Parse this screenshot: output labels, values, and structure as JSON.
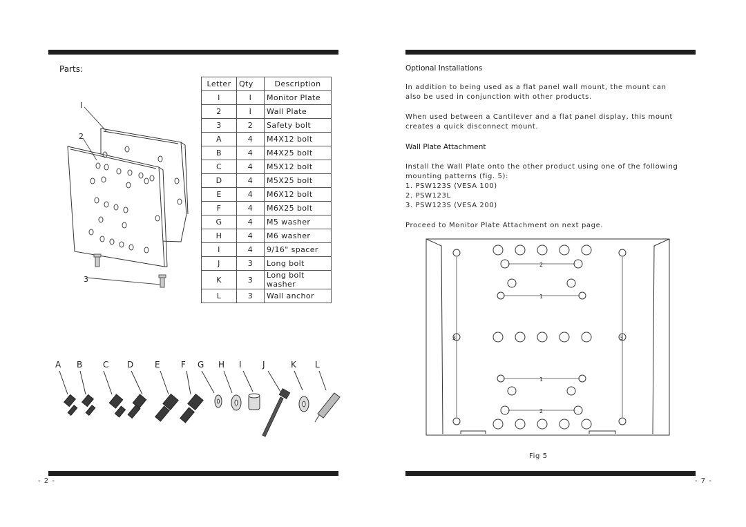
{
  "left_page": {
    "parts_title": "Parts:",
    "table": {
      "headers": [
        "Letter",
        "Qty",
        "Description"
      ],
      "rows": [
        [
          "I",
          "I",
          "Monitor Plate"
        ],
        [
          "2",
          "I",
          "Wall Plate"
        ],
        [
          "3",
          "2",
          "Safety bolt"
        ],
        [
          "A",
          "4",
          "M4X12 bolt"
        ],
        [
          "B",
          "4",
          "M4X25 bolt"
        ],
        [
          "C",
          "4",
          "M5X12 bolt"
        ],
        [
          "D",
          "4",
          "M5X25 bolt"
        ],
        [
          "E",
          "4",
          "M6X12 bolt"
        ],
        [
          "F",
          "4",
          "M6X25 bolt"
        ],
        [
          "G",
          "4",
          "M5 washer"
        ],
        [
          "H",
          "4",
          "M6 washer"
        ],
        [
          "I",
          "4",
          "9/16\" spacer"
        ],
        [
          "J",
          "3",
          "Long bolt"
        ],
        [
          "K",
          "3",
          "Long bolt washer"
        ],
        [
          "L",
          "3",
          "Wall anchor"
        ]
      ]
    },
    "callouts": [
      "I",
      "2",
      "3"
    ],
    "hardware_letters": [
      "A",
      "B",
      "C",
      "D",
      "E",
      "F",
      "G",
      "H",
      "I",
      "J",
      "K",
      "L"
    ],
    "page_number": "- 2 -"
  },
  "right_page": {
    "optional_title": "Optional Installations",
    "optional_para1_line1": "In addition to being used as a flat panel wall mount, the mount can",
    "optional_para1_line2": "also be used in conjunction with other  products.",
    "optional_para2_line1": "When used between a Cantilever and a flat panel display, this mount",
    "optional_para2_line2": "creates a quick disconnect mount.",
    "wall_title": "Wall Plate Attachment",
    "wall_para_line1": "Install the Wall Plate onto the other  product using one of the following",
    "wall_para_line2": "mounting patterns (fig. 5):",
    "patterns": [
      "1. PSW123S (VESA 100)",
      "2. PSW123L",
      "3. PSW123S (VESA 200)"
    ],
    "proceed": "Proceed to Monitor Plate Attachment on next page.",
    "figure_labels": {
      "one": "1",
      "two": "2",
      "three": "3"
    },
    "fig_caption": "Fig 5",
    "page_number": "- 7 -"
  }
}
